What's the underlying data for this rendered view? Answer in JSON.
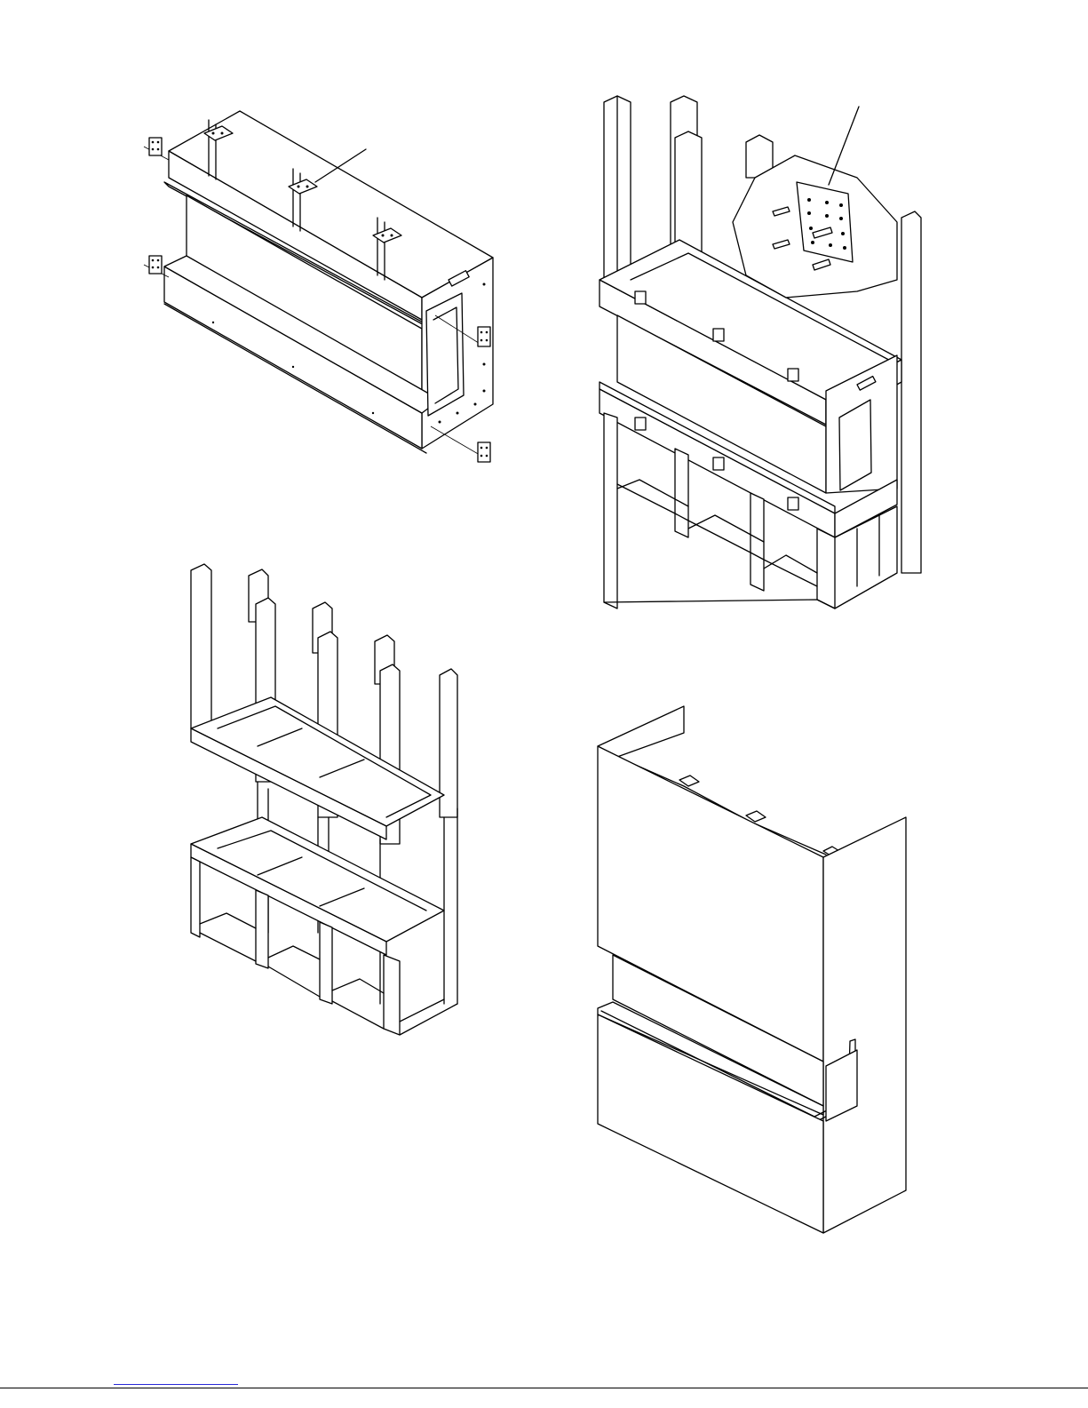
{
  "page": {
    "colors": {
      "line": "#000000",
      "background": "#ffffff",
      "footer_mark": "#2a2ad8"
    }
  },
  "figures": [
    {
      "id": "fireplace-unit-with-brackets",
      "icon": "fireplace-box-icon"
    },
    {
      "id": "framed-unit-with-bracket-detail",
      "icon": "bracket-screw-detail-icon"
    },
    {
      "id": "wood-stud-frame",
      "icon": "stud-frame-icon"
    },
    {
      "id": "finished-enclosure",
      "icon": "finished-wall-icon"
    }
  ]
}
